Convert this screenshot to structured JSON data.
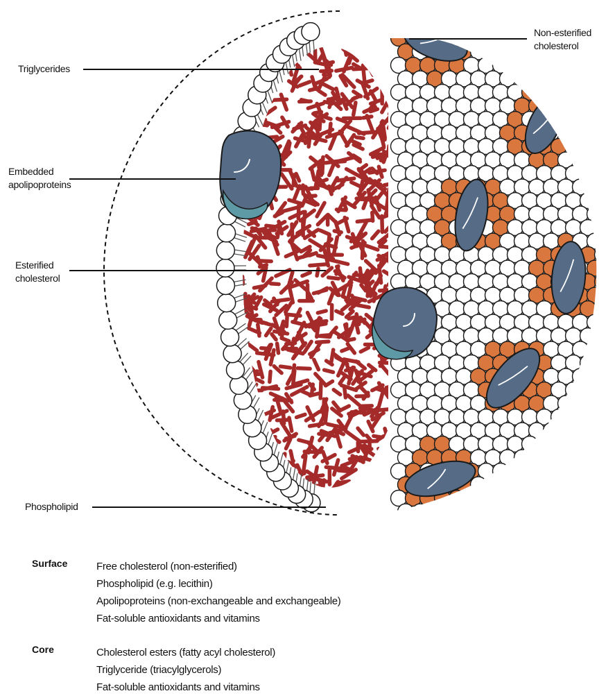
{
  "labels": {
    "triglycerides": "Triglycerides",
    "embedded_line1": "Embedded",
    "embedded_line2": "apolipoproteins",
    "esterified_line1": "Esterified",
    "esterified_line2": "cholesterol",
    "phospholipid": "Phospholipid",
    "nonesterified_line1": "Non-esterified",
    "nonesterified_line2": "cholesterol"
  },
  "legend": {
    "surface": {
      "title": "Surface",
      "items": [
        "Free cholesterol (non-esterified)",
        "Phospholipid (e.g. lecithin)",
        "Apolipoproteins (non-exchangeable and exchangeable)",
        "Fat-soluble antioxidants and vitamins"
      ]
    },
    "core": {
      "title": "Core",
      "items": [
        "Cholesterol esters (fatty acyl cholesterol)",
        "Triglyceride (triacylglycerols)",
        "Fat-soluble antioxidants and vitamins"
      ]
    }
  },
  "colors": {
    "phospholipid_head": "#ffffff",
    "lipid_core": "#a52a2a",
    "apolipoprotein": "#566b86",
    "apolipoprotein_shade": "#5e9aa6",
    "free_cholesterol": "#d9773f",
    "outline": "#1a1a1a"
  }
}
